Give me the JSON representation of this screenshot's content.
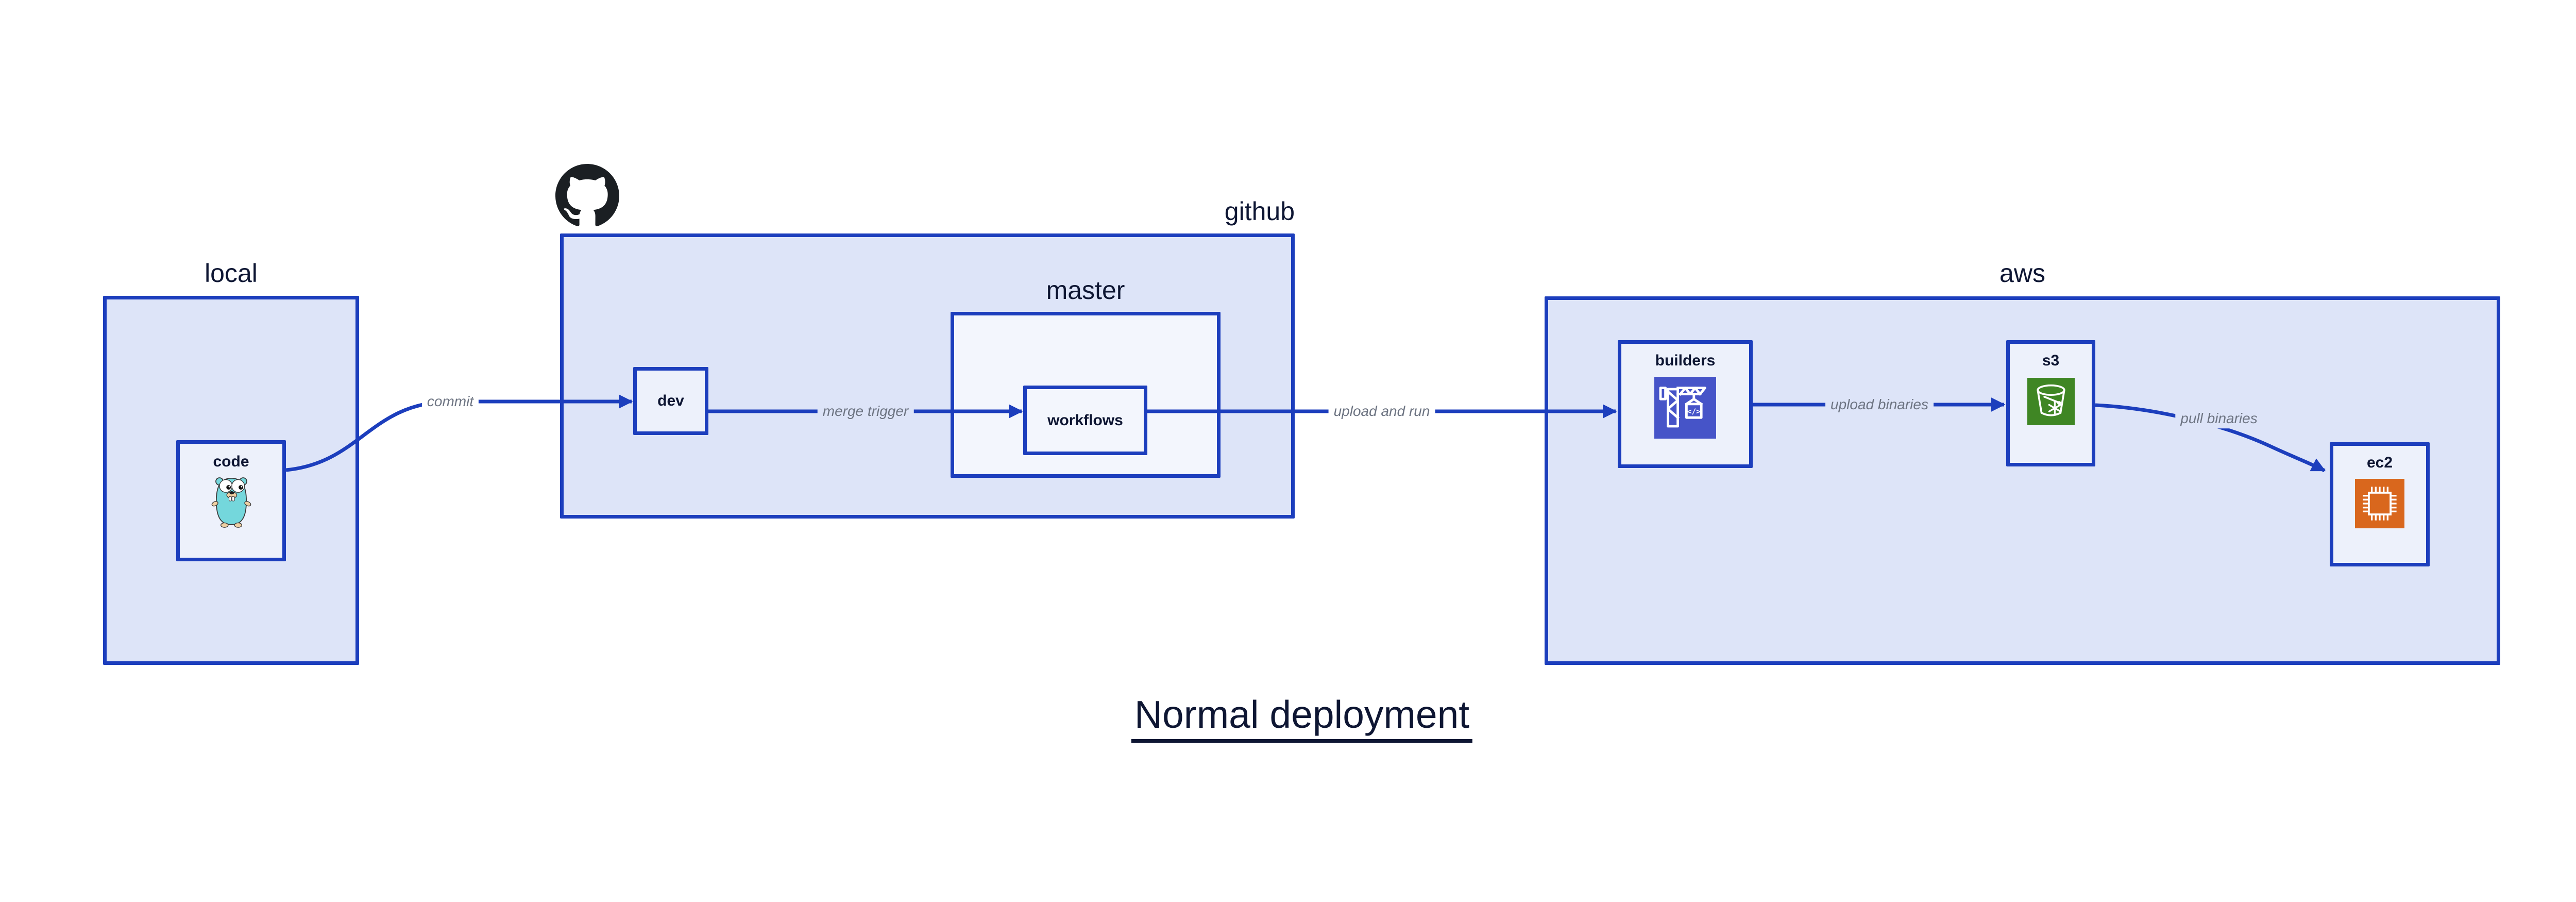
{
  "diagram": {
    "title": "Normal deployment",
    "groups": {
      "local": {
        "label": "local"
      },
      "github": {
        "label": "github"
      },
      "master": {
        "label": "master"
      },
      "aws": {
        "label": "aws"
      }
    },
    "nodes": {
      "code": {
        "label": "code",
        "icon": "go-gopher-icon"
      },
      "dev": {
        "label": "dev"
      },
      "workflows": {
        "label": "workflows"
      },
      "builders": {
        "label": "builders",
        "icon": "aws-codebuild-crane-icon"
      },
      "s3": {
        "label": "s3",
        "icon": "aws-s3-bucket-icon"
      },
      "ec2": {
        "label": "ec2",
        "icon": "aws-ec2-chip-icon"
      }
    },
    "edges": {
      "commit": {
        "label": "commit",
        "from": "code",
        "to": "dev"
      },
      "merge_trigger": {
        "label": "merge trigger",
        "from": "dev",
        "to": "workflows"
      },
      "upload_and_run": {
        "label": "upload and run",
        "from": "workflows",
        "to": "builders"
      },
      "upload_binaries": {
        "label": "upload binaries",
        "from": "builders",
        "to": "s3"
      },
      "pull_binaries": {
        "label": "pull binaries",
        "from": "s3",
        "to": "ec2"
      }
    },
    "icons": {
      "github_logo": "github-octocat-icon",
      "codebuild_glyph": "</>"
    },
    "colors": {
      "border_blue": "#1c3ebd",
      "group_fill": "#dde4f8",
      "node_fill": "#edf1fb",
      "nested_fill": "#f3f6fd",
      "label_dark": "#0e1633",
      "edge_label_gray": "#6d7482",
      "codebuild_indigo": "#4654c8",
      "s3_green": "#3f8624",
      "ec2_orange": "#d9671d",
      "gopher_teal": "#74d7dc",
      "octocat_black": "#1b1f23"
    }
  }
}
